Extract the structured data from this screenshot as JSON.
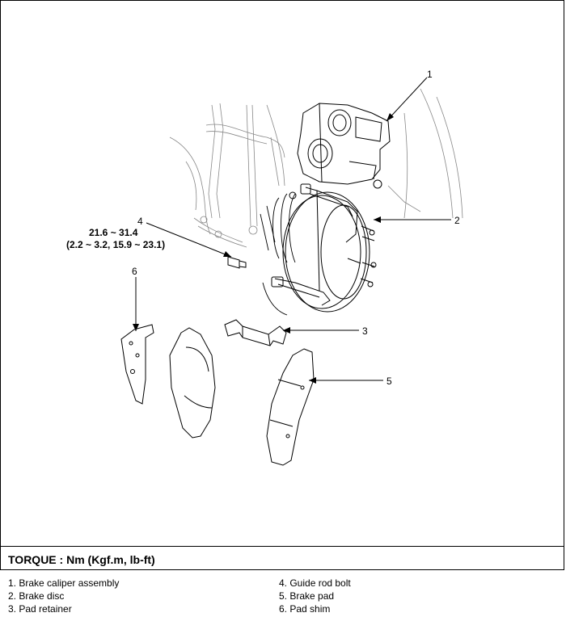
{
  "callouts": [
    "1",
    "2",
    "3",
    "4",
    "5",
    "6"
  ],
  "torque_spec": {
    "nm": "21.6 ~ 31.4",
    "other": "(2.2 ~ 3.2, 15.9 ~ 23.1)"
  },
  "torque_label": "TORQUE : Nm (Kgf.m, lb-ft)",
  "legend": {
    "left": [
      "1. Brake caliper assembly",
      "2. Brake disc",
      "3. Pad retainer"
    ],
    "right": [
      "4. Guide rod bolt",
      "5. Brake pad",
      "6. Pad shim"
    ]
  }
}
